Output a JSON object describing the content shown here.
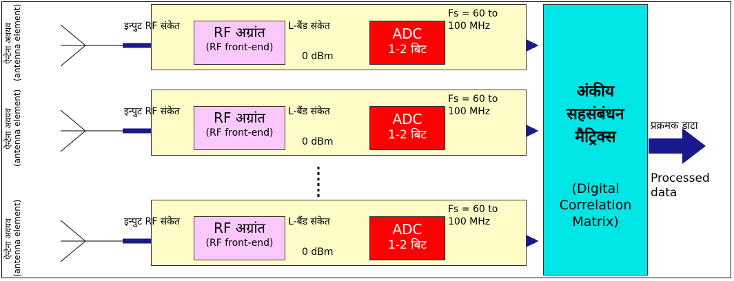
{
  "rows": [
    {
      "antenna_label_hi": "ऐन्टेना अवयव",
      "antenna_label_en": "(antenna element)",
      "input_label": "इन्पुट RF संकेत",
      "frontend_title": "RF अग्रांत",
      "frontend_sub": "(RF front-end)",
      "lband_label": "L-बैंड संकेत",
      "power_label": "0 dBm",
      "adc_title": "ADC",
      "adc_sub": "1-2 बिट",
      "fs_label": "Fs = 60 to",
      "fs_label2": "100 MHz"
    },
    {
      "antenna_label_hi": "ऐन्टेना अवयव",
      "antenna_label_en": "(antenna element)",
      "input_label": "इन्पुट RF संकेत",
      "frontend_title": "RF अग्रांत",
      "frontend_sub": "(RF front-end)",
      "lband_label": "L-बैंड संकेत",
      "power_label": "0 dBm",
      "adc_title": "ADC",
      "adc_sub": "1-2 बिट",
      "fs_label": "Fs = 60 to",
      "fs_label2": "100 MHz"
    },
    {
      "antenna_label_hi": "ऐन्टेना अवयव",
      "antenna_label_en": "(antenna element)",
      "input_label": "इन्पुट RF संकेत",
      "frontend_title": "RF अग्रांत",
      "frontend_sub": "(RF front-end)",
      "lband_label": "L-बैंड संकेत",
      "power_label": "0 dBm",
      "adc_title": "ADC",
      "adc_sub": "1-2 बिट",
      "fs_label": "Fs = 60 to",
      "fs_label2": "100 MHz"
    }
  ],
  "correlator": {
    "title_hi_1": "अंकीय",
    "title_hi_2": "सहसंबंधन",
    "title_hi_3": "मैट्रिक्स",
    "title_en_1": "(Digital",
    "title_en_2": "Correlation",
    "title_en_3": "Matrix)"
  },
  "output": {
    "label_hi": "प्रक्रमक डाटा",
    "label_en_1": "Processed",
    "label_en_2": "data"
  },
  "colors": {
    "stage_box": "#fffcc8",
    "frontend_box": "#fac8fa",
    "adc_box": "#ff0000",
    "correlator_box": "#00e6e6",
    "arrow": "#1a1a8c"
  }
}
